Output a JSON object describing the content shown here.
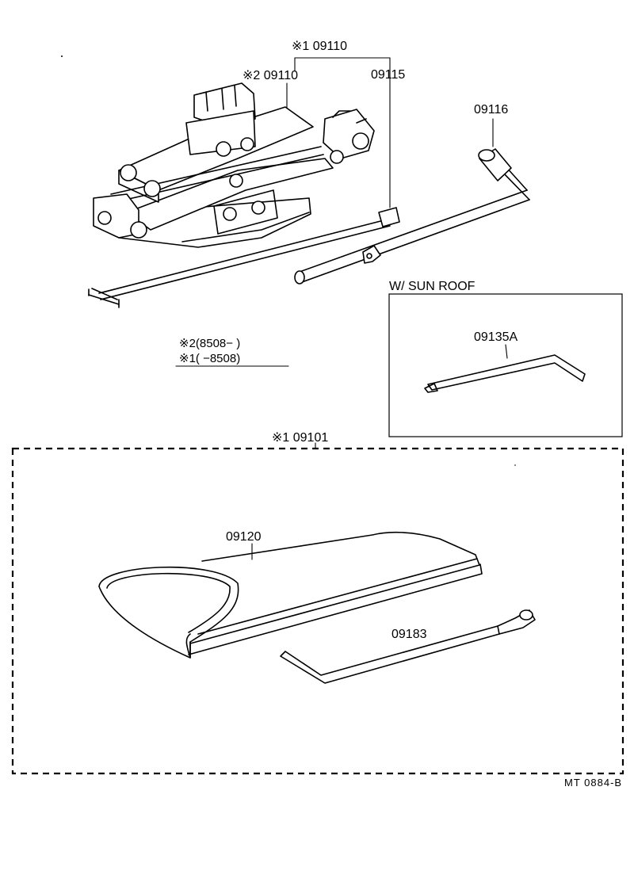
{
  "labels": {
    "p_09110_1": "※1 09110",
    "p_09110_2": "※2 09110",
    "p_09115": "09115",
    "p_09116": "09116",
    "sunroof_title": "W/ SUN  ROOF",
    "p_09135a": "09135A",
    "note_2": "※2(8508−         )",
    "note_1": "※1(          −8508)",
    "p_09101": "※1 09101",
    "p_09120": "09120",
    "p_09183": "09183",
    "ref_code": "MT  0884-B"
  }
}
